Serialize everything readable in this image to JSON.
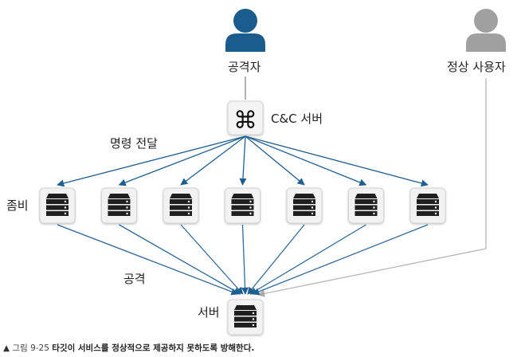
{
  "labels": {
    "attacker": "공격자",
    "normal_user": "정상 사용자",
    "cnc_server": "C&C 서버",
    "command": "명령 전달",
    "zombie": "좀비",
    "attack": "공격",
    "target_server": "서버"
  },
  "icons": {
    "attacker": "person-icon",
    "normal_user": "person-icon",
    "cnc": "command-key-icon",
    "server": "server-rack-icon"
  },
  "caption": {
    "marker": "▲",
    "figure_number": "그림 9-25",
    "text": "타깃이 서비스를 정상적으로 제공하지 못하도록 방해한다."
  },
  "zombie_count": 7,
  "colors": {
    "attacker": "#1b5c8f",
    "normal_user": "#a0a0a0",
    "command_arrow": "#1e5f91",
    "attack_line": "#2f6a99",
    "user_line": "#b5b5b5",
    "server_box": "#f2f2f2",
    "server_unit": "#1f1f1f"
  }
}
